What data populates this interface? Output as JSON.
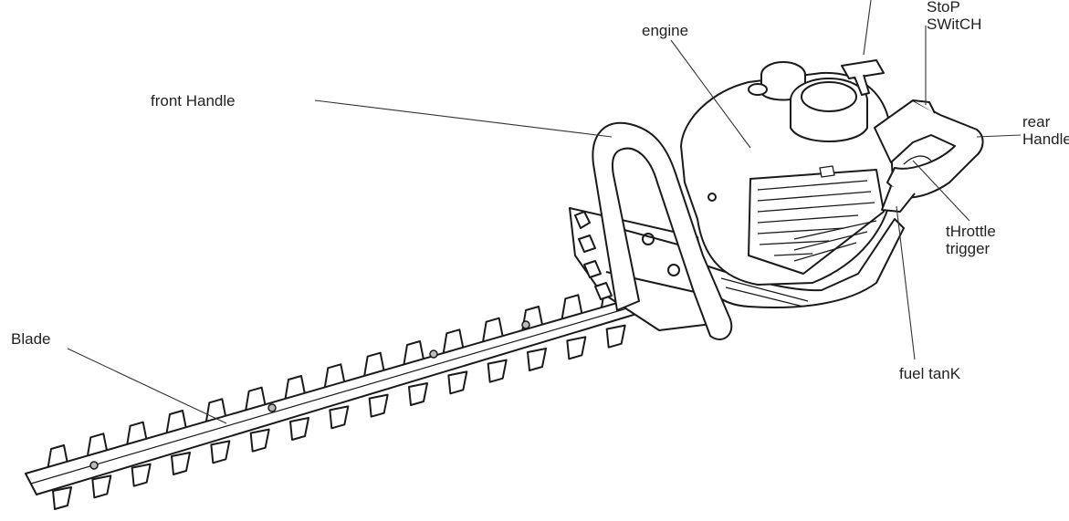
{
  "labels": {
    "engine": "engine",
    "front_handle": "front Handle",
    "stop_switch_line1": "StoP",
    "stop_switch_line2": "SWitCH",
    "rear_handle_line1": "rear",
    "rear_handle_line2": "Handle",
    "throttle_trigger_line1": "tHrottle",
    "throttle_trigger_line2": "trigger",
    "fuel_tank": "fuel tanK",
    "blade": "Blade"
  },
  "colors": {
    "outline": "#1a1a1a",
    "leader": "#333333",
    "text": "#222222",
    "fill": "#ffffff"
  }
}
